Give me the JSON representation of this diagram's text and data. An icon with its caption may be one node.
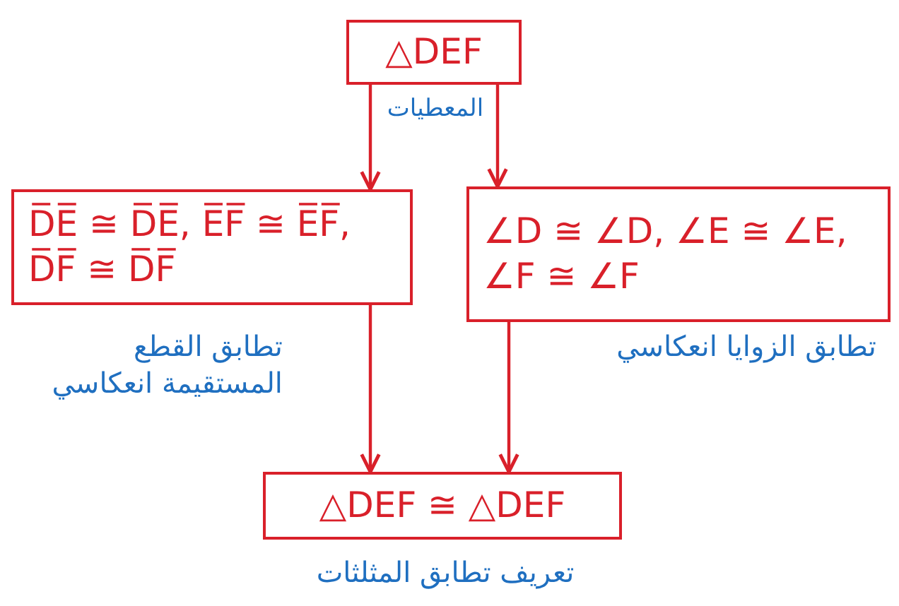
{
  "diagram": {
    "nodes": [
      {
        "text": [
          "△DEF"
        ],
        "beside": [
          "المعطيات"
        ]
      },
      {
        "text": [
          "D̅E̅ ≅ D̅E̅, E̅F̅ ≅ E̅F̅, D̅F̅ ≅ D̅F̅"
        ],
        "beside": [
          "تطابق القطع المستقيمة انعكاسي"
        ]
      },
      {
        "text": [
          "∠D ≅ ∠D, ∠E ≅ ∠E, ∠F ≅ ∠F"
        ],
        "beside": [
          "تطابق الزوايا انعكاسي"
        ]
      },
      {
        "text": [
          "△DEF ≅ △DEF"
        ],
        "beside": [
          "تعريف تطابق المثلثات"
        ]
      }
    ],
    "edges": [
      {
        "from": 0,
        "to": 1,
        "arrow": "to"
      },
      {
        "from": 0,
        "to": 2,
        "arrow": "to"
      },
      {
        "from": 1,
        "to": 3,
        "arrow": "to"
      },
      {
        "from": 2,
        "to": 3,
        "arrow": "to"
      }
    ]
  }
}
